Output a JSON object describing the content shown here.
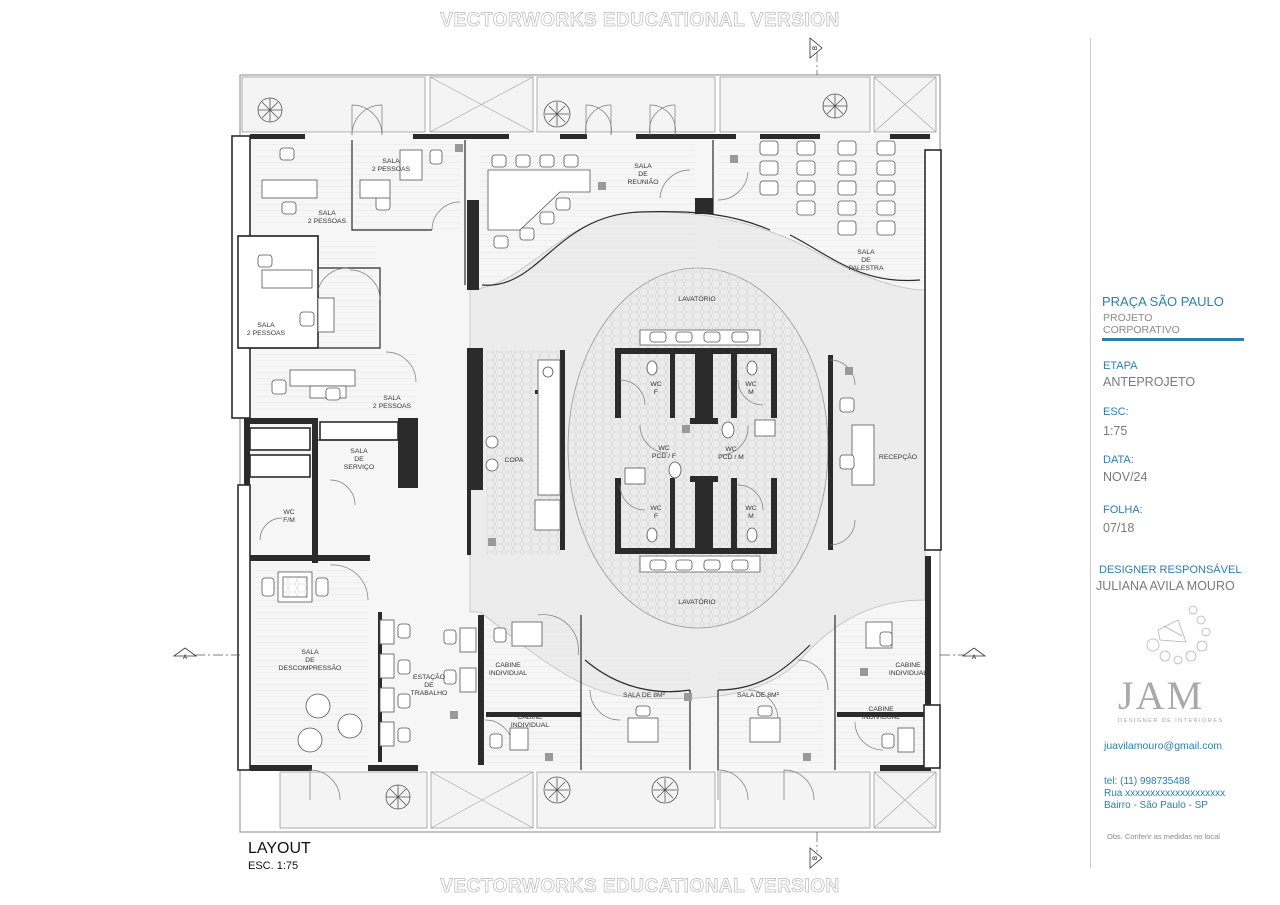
{
  "watermark": {
    "top": "VECTORWORKS EDUCATIONAL VERSION",
    "bottom": "VECTORWORKS EDUCATIONAL VERSION"
  },
  "drawing": {
    "title": "LAYOUT",
    "scale": "ESC. 1:75"
  },
  "section_markers": {
    "a": "A",
    "b": "B"
  },
  "rooms": {
    "sala2_a": [
      "SALA",
      "2 PESSOAS"
    ],
    "sala2_b": [
      "SALA",
      "2 PESSOAS"
    ],
    "sala2_c": [
      "SALA",
      "2 PESSOAS"
    ],
    "sala2_d": [
      "SALA",
      "2 PESSOAS"
    ],
    "reuniao": [
      "SALA",
      "DE",
      "REUNIÃO"
    ],
    "palestra": [
      "SALA",
      "DE",
      "PALESTRA"
    ],
    "lavatorio_top": [
      "LAVATÓRIO"
    ],
    "lavatorio_bottom": [
      "LAVATÓRIO"
    ],
    "wc_f_top": [
      "WC",
      "F"
    ],
    "wc_m_top": [
      "WC",
      "M"
    ],
    "wc_pcd_f": [
      "WC",
      "PCD / F"
    ],
    "wc_pcd_m": [
      "WC",
      "PCD / M"
    ],
    "wc_f_bottom": [
      "WC",
      "F"
    ],
    "wc_m_bottom": [
      "WC",
      "M"
    ],
    "copa": [
      "COPA"
    ],
    "recepcao": [
      "RECEPÇÃO"
    ],
    "servico": [
      "SALA",
      "DE",
      "SERVIÇO"
    ],
    "wc_fm": [
      "WC",
      "F/M"
    ],
    "descompressao": [
      "SALA",
      "DE",
      "DESCOMPRESSÃO"
    ],
    "estacao": [
      "ESTAÇÃO",
      "DE",
      "TRABALHO"
    ],
    "cabine_a": [
      "CABINE",
      "INDIVIDUAL"
    ],
    "cabine_b": [
      "CABINE",
      "INDIVIDUAL"
    ],
    "cabine_c": [
      "CABINE",
      "INDIVIDUAL"
    ],
    "cabine_d": [
      "CABINE",
      "INDIVIDUAL"
    ],
    "sala8_a": [
      "SALA DE 8M²"
    ],
    "sala8_b": [
      "SALA DE 8M²"
    ]
  },
  "title_block": {
    "project": "PRAÇA SÃO PAULO",
    "project_sub1": "PROJETO",
    "project_sub2": "CORPORATIVO",
    "etapa_label": "ETAPA",
    "etapa": "ANTEPROJETO",
    "esc_label": "ESC:",
    "esc": "1:75",
    "data_label": "DATA:",
    "data": "NOV/24",
    "folha_label": "FOLHA:",
    "folha": "07/18",
    "designer_label": "DESIGNER RESPONSÁVEL",
    "designer": "JULIANA AVILA MOURO",
    "logo_text": "JAM",
    "logo_sub": "DESIGNER DE INTERIORES",
    "email": "juavilamouro@gmail.com",
    "tel": "tel: (11) 998735488",
    "rua": "Rua xxxxxxxxxxxxxxxxxxxx",
    "bairro": "Bairro - São Paulo - SP",
    "obs": "Obs. Conferir as medidas no local"
  },
  "colors": {
    "accent": "#2a7fb0",
    "wall": "#2b2b2b",
    "floor_grey": "#ececec",
    "text_grey": "#7a7a7a"
  }
}
